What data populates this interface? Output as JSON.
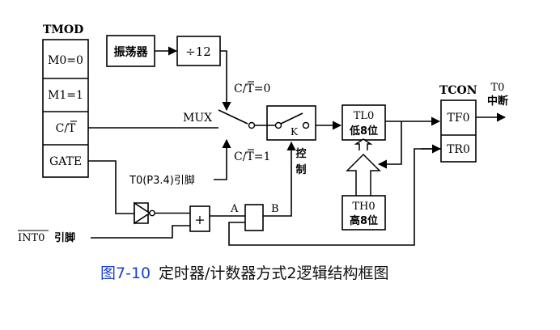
{
  "tmod": {
    "title": "TMOD",
    "rows": [
      "M0=0",
      "M1=1",
      "C/T",
      "GATE"
    ]
  },
  "oscillator": "振荡器",
  "divider": "÷12",
  "labels": {
    "ct0": "C/T=0",
    "ct1": "C/T=1",
    "mux": "MUX",
    "k": "K",
    "control": [
      "控",
      "制"
    ],
    "t0pin": "T0(P3.4)引脚",
    "int0pin_over": "INT0",
    "int0pin_suffix": "引脚",
    "or_gate": "+",
    "node_a": "A",
    "node_b": "B",
    "t0_out_1": "T0",
    "t0_out_2": "中断"
  },
  "tl0": [
    "TL0",
    "低8位"
  ],
  "th0": [
    "TH0",
    "高8位"
  ],
  "tcon": {
    "title": "TCON",
    "rows": [
      "TF0",
      "TR0"
    ]
  },
  "caption": {
    "figure_no": "图7-10",
    "text": "定时器/计数器方式2逻辑结构框图"
  },
  "colors": {
    "line": "#000000",
    "caption_blue": "#1a3fd4",
    "caption_text": "#111111"
  }
}
